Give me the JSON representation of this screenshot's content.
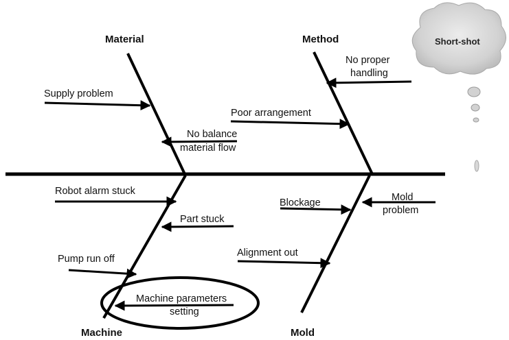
{
  "effect": "Short-shot",
  "categories": {
    "material": "Material",
    "method": "Method",
    "machine": "Machine",
    "mold": "Mold"
  },
  "causes": {
    "supply_problem": "Supply problem",
    "no_balance_1": "No balance",
    "no_balance_2": "material flow",
    "no_proper_1": "No proper",
    "no_proper_2": "handling",
    "poor_arrangement": "Poor arrangement",
    "robot_alarm": "Robot alarm stuck",
    "part_stuck": "Part stuck",
    "pump_run_off": "Pump run off",
    "machine_params_1": "Machine parameters",
    "machine_params_2": "setting",
    "blockage": "Blockage",
    "mold_problem_1": "Mold",
    "mold_problem_2": "problem",
    "alignment_out": "Alignment out"
  },
  "colors": {
    "line": "#000000",
    "cloud_fill": "#d6d6d6",
    "cloud_edge": "#a8a8a8"
  }
}
